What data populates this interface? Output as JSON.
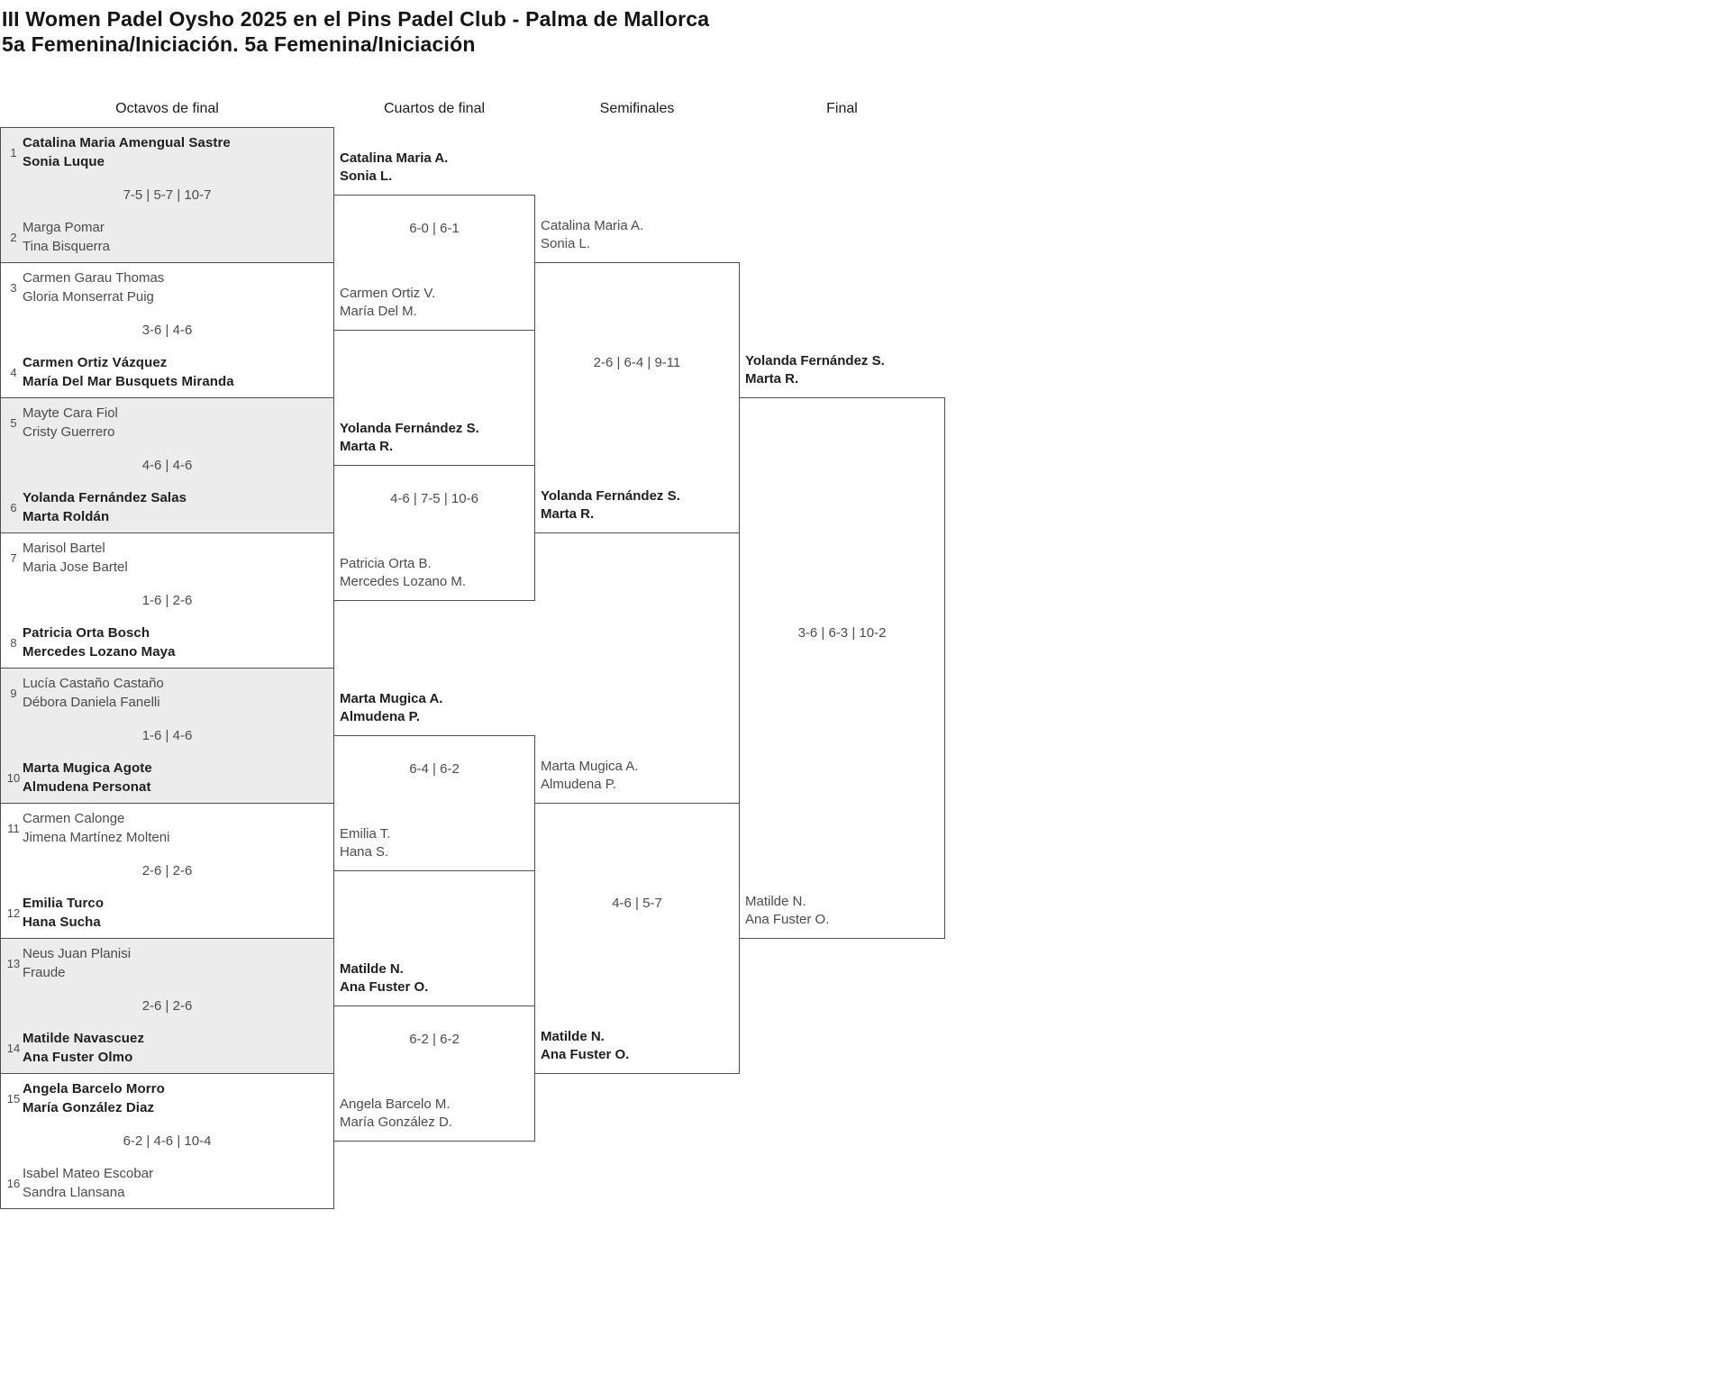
{
  "page": {
    "title": "III Women Padel Oysho 2025 en el Pins Padel Club - Palma de Mallorca",
    "subtitle": "5a Femenina/Iniciación. 5a Femenina/Iniciación"
  },
  "rounds": {
    "octavos": "Octavos de final",
    "cuartos": "Cuartos de final",
    "semifinales": "Semifinales",
    "final": "Final"
  },
  "colors": {
    "row_alt_bg": "#ececec",
    "border": "#4f4f4f",
    "text": "#4b4b4b",
    "winner_text": "#1f1f1f",
    "background": "#ffffff"
  },
  "octavos": [
    {
      "seed1": "1",
      "team1": [
        "Catalina Maria Amengual Sastre",
        "Sonia Luque"
      ],
      "score": "7-5 | 5-7 | 10-7",
      "seed2": "2",
      "team2": [
        "Marga Pomar",
        "Tina Bisquerra"
      ],
      "winner": "team1"
    },
    {
      "seed1": "3",
      "team1": [
        "Carmen Garau Thomas",
        "Gloria Monserrat Puig"
      ],
      "score": "3-6 | 4-6",
      "seed2": "4",
      "team2": [
        "Carmen Ortiz Vázquez",
        "María Del Mar Busquets Miranda"
      ],
      "winner": "team2"
    },
    {
      "seed1": "5",
      "team1": [
        "Mayte Cara Fiol",
        "Cristy Guerrero"
      ],
      "score": "4-6 | 4-6",
      "seed2": "6",
      "team2": [
        "Yolanda Fernández Salas",
        "Marta Roldán"
      ],
      "winner": "team2"
    },
    {
      "seed1": "7",
      "team1": [
        "Marisol Bartel",
        "Maria Jose Bartel"
      ],
      "score": "1-6 | 2-6",
      "seed2": "8",
      "team2": [
        "Patricia Orta Bosch",
        "Mercedes Lozano Maya"
      ],
      "winner": "team2"
    },
    {
      "seed1": "9",
      "team1": [
        "Lucía Castaño Castaño",
        "Débora Daniela Fanelli"
      ],
      "score": "1-6 | 4-6",
      "seed2": "10",
      "team2": [
        "Marta Mugica Agote",
        "Almudena Personat"
      ],
      "winner": "team2"
    },
    {
      "seed1": "11",
      "team1": [
        "Carmen Calonge",
        "Jimena Martínez Molteni"
      ],
      "score": "2-6 | 2-6",
      "seed2": "12",
      "team2": [
        "Emilia Turco",
        "Hana Sucha"
      ],
      "winner": "team2"
    },
    {
      "seed1": "13",
      "team1": [
        "Neus Juan Planisi",
        "Fraude"
      ],
      "score": "2-6 | 2-6",
      "seed2": "14",
      "team2": [
        "Matilde Navascuez",
        "Ana Fuster Olmo"
      ],
      "winner": "team2"
    },
    {
      "seed1": "15",
      "team1": [
        "Angela Barcelo Morro",
        "María González Diaz"
      ],
      "score": "6-2 | 4-6 | 10-4",
      "seed2": "16",
      "team2": [
        "Isabel Mateo Escobar",
        "Sandra Llansana"
      ],
      "winner": "team1"
    }
  ],
  "cuartos": [
    {
      "top": [
        "Catalina Maria A.",
        "Sonia L."
      ],
      "score": "6-0 | 6-1",
      "bottom": [
        "Carmen Ortiz V.",
        "María Del M."
      ],
      "winner": "top"
    },
    {
      "top": [
        "Yolanda Fernández S.",
        "Marta R."
      ],
      "score": "4-6 | 7-5 | 10-6",
      "bottom": [
        "Patricia Orta B.",
        "Mercedes Lozano M."
      ],
      "winner": "top"
    },
    {
      "top": [
        "Marta Mugica A.",
        "Almudena P."
      ],
      "score": "6-4 | 6-2",
      "bottom": [
        "Emilia T.",
        "Hana S."
      ],
      "winner": "top"
    },
    {
      "top": [
        "Matilde N.",
        "Ana Fuster O."
      ],
      "score": "6-2 | 6-2",
      "bottom": [
        "Angela Barcelo M.",
        "María González D."
      ],
      "winner": "top"
    }
  ],
  "semifinales": [
    {
      "top": [
        "Catalina Maria A.",
        "Sonia L."
      ],
      "score": "2-6 | 6-4 | 9-11",
      "bottom": [
        "Yolanda Fernández S.",
        "Marta R."
      ],
      "winner": "bottom"
    },
    {
      "top": [
        "Marta Mugica A.",
        "Almudena P."
      ],
      "score": "4-6 | 5-7",
      "bottom": [
        "Matilde N.",
        "Ana Fuster O."
      ],
      "winner": "bottom"
    }
  ],
  "final": {
    "top": [
      "Yolanda Fernández S.",
      "Marta R."
    ],
    "score": "3-6 | 6-3 | 10-2",
    "bottom": [
      "Matilde N.",
      "Ana Fuster O."
    ],
    "winner": "top"
  }
}
